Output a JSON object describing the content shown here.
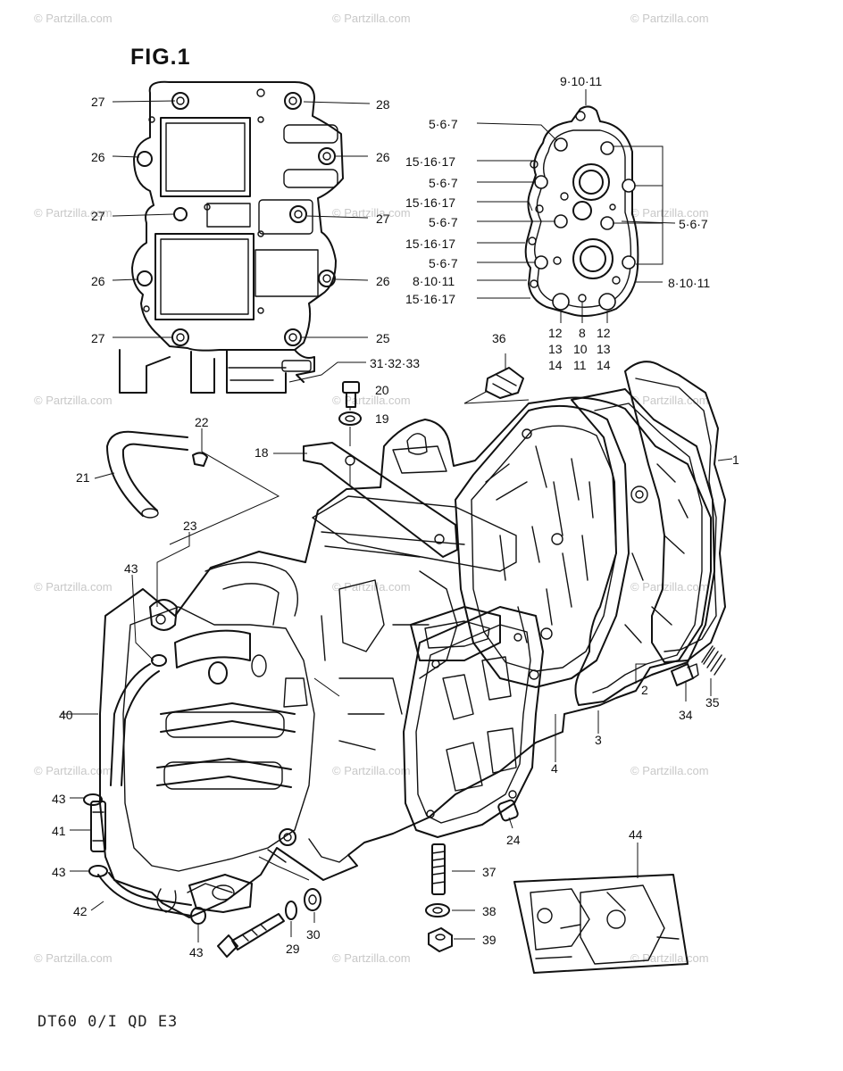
{
  "figure": {
    "title": "FIG.1",
    "footer": "DT60 0/I QD E3"
  },
  "watermark": {
    "text": "© Partzilla.com"
  },
  "callouts": [
    {
      "id": "c27a",
      "text": "27"
    },
    {
      "id": "c28",
      "text": "28"
    },
    {
      "id": "c26a",
      "text": "26"
    },
    {
      "id": "c26b",
      "text": "26"
    },
    {
      "id": "c27b",
      "text": "27"
    },
    {
      "id": "c27c",
      "text": "27"
    },
    {
      "id": "c26c",
      "text": "26"
    },
    {
      "id": "c26d",
      "text": "26"
    },
    {
      "id": "c27d",
      "text": "27"
    },
    {
      "id": "c25",
      "text": "25"
    },
    {
      "id": "c313233",
      "text": "31·32·33"
    },
    {
      "id": "c91011",
      "text": "9·10·11"
    },
    {
      "id": "c567a",
      "text": "5·6·7"
    },
    {
      "id": "c151617a",
      "text": "15·16·17"
    },
    {
      "id": "c567b",
      "text": "5·6·7"
    },
    {
      "id": "c151617b",
      "text": "15·16·17"
    },
    {
      "id": "c567c",
      "text": "5·6·7"
    },
    {
      "id": "c567d",
      "text": "5·6·7"
    },
    {
      "id": "c151617c",
      "text": "15·16·17"
    },
    {
      "id": "c567e",
      "text": "5·6·7"
    },
    {
      "id": "c81011a",
      "text": "8·10·11"
    },
    {
      "id": "c81011b",
      "text": "8·10·11"
    },
    {
      "id": "c151617d",
      "text": "15·16·17"
    },
    {
      "id": "c12a",
      "text": "12"
    },
    {
      "id": "c13a",
      "text": "13"
    },
    {
      "id": "c14a",
      "text": "14"
    },
    {
      "id": "c8",
      "text": "8"
    },
    {
      "id": "c10",
      "text": "10"
    },
    {
      "id": "c11",
      "text": "11"
    },
    {
      "id": "c12b",
      "text": "12"
    },
    {
      "id": "c13b",
      "text": "13"
    },
    {
      "id": "c14b",
      "text": "14"
    },
    {
      "id": "c36",
      "text": "36"
    },
    {
      "id": "c20",
      "text": "20"
    },
    {
      "id": "c19",
      "text": "19"
    },
    {
      "id": "c18",
      "text": "18"
    },
    {
      "id": "c22",
      "text": "22"
    },
    {
      "id": "c21",
      "text": "21"
    },
    {
      "id": "c1",
      "text": "1"
    },
    {
      "id": "c23",
      "text": "23"
    },
    {
      "id": "c43a",
      "text": "43"
    },
    {
      "id": "c2",
      "text": "2"
    },
    {
      "id": "c35",
      "text": "35"
    },
    {
      "id": "c34",
      "text": "34"
    },
    {
      "id": "c3",
      "text": "3"
    },
    {
      "id": "c40",
      "text": "40"
    },
    {
      "id": "c4",
      "text": "4"
    },
    {
      "id": "c43b",
      "text": "43"
    },
    {
      "id": "c41",
      "text": "41"
    },
    {
      "id": "c24",
      "text": "24"
    },
    {
      "id": "c44",
      "text": "44"
    },
    {
      "id": "c43c",
      "text": "43"
    },
    {
      "id": "c37",
      "text": "37"
    },
    {
      "id": "c42",
      "text": "42"
    },
    {
      "id": "c38",
      "text": "38"
    },
    {
      "id": "c30",
      "text": "30"
    },
    {
      "id": "c29",
      "text": "29"
    },
    {
      "id": "c39",
      "text": "39"
    },
    {
      "id": "c43d",
      "text": "43"
    }
  ]
}
